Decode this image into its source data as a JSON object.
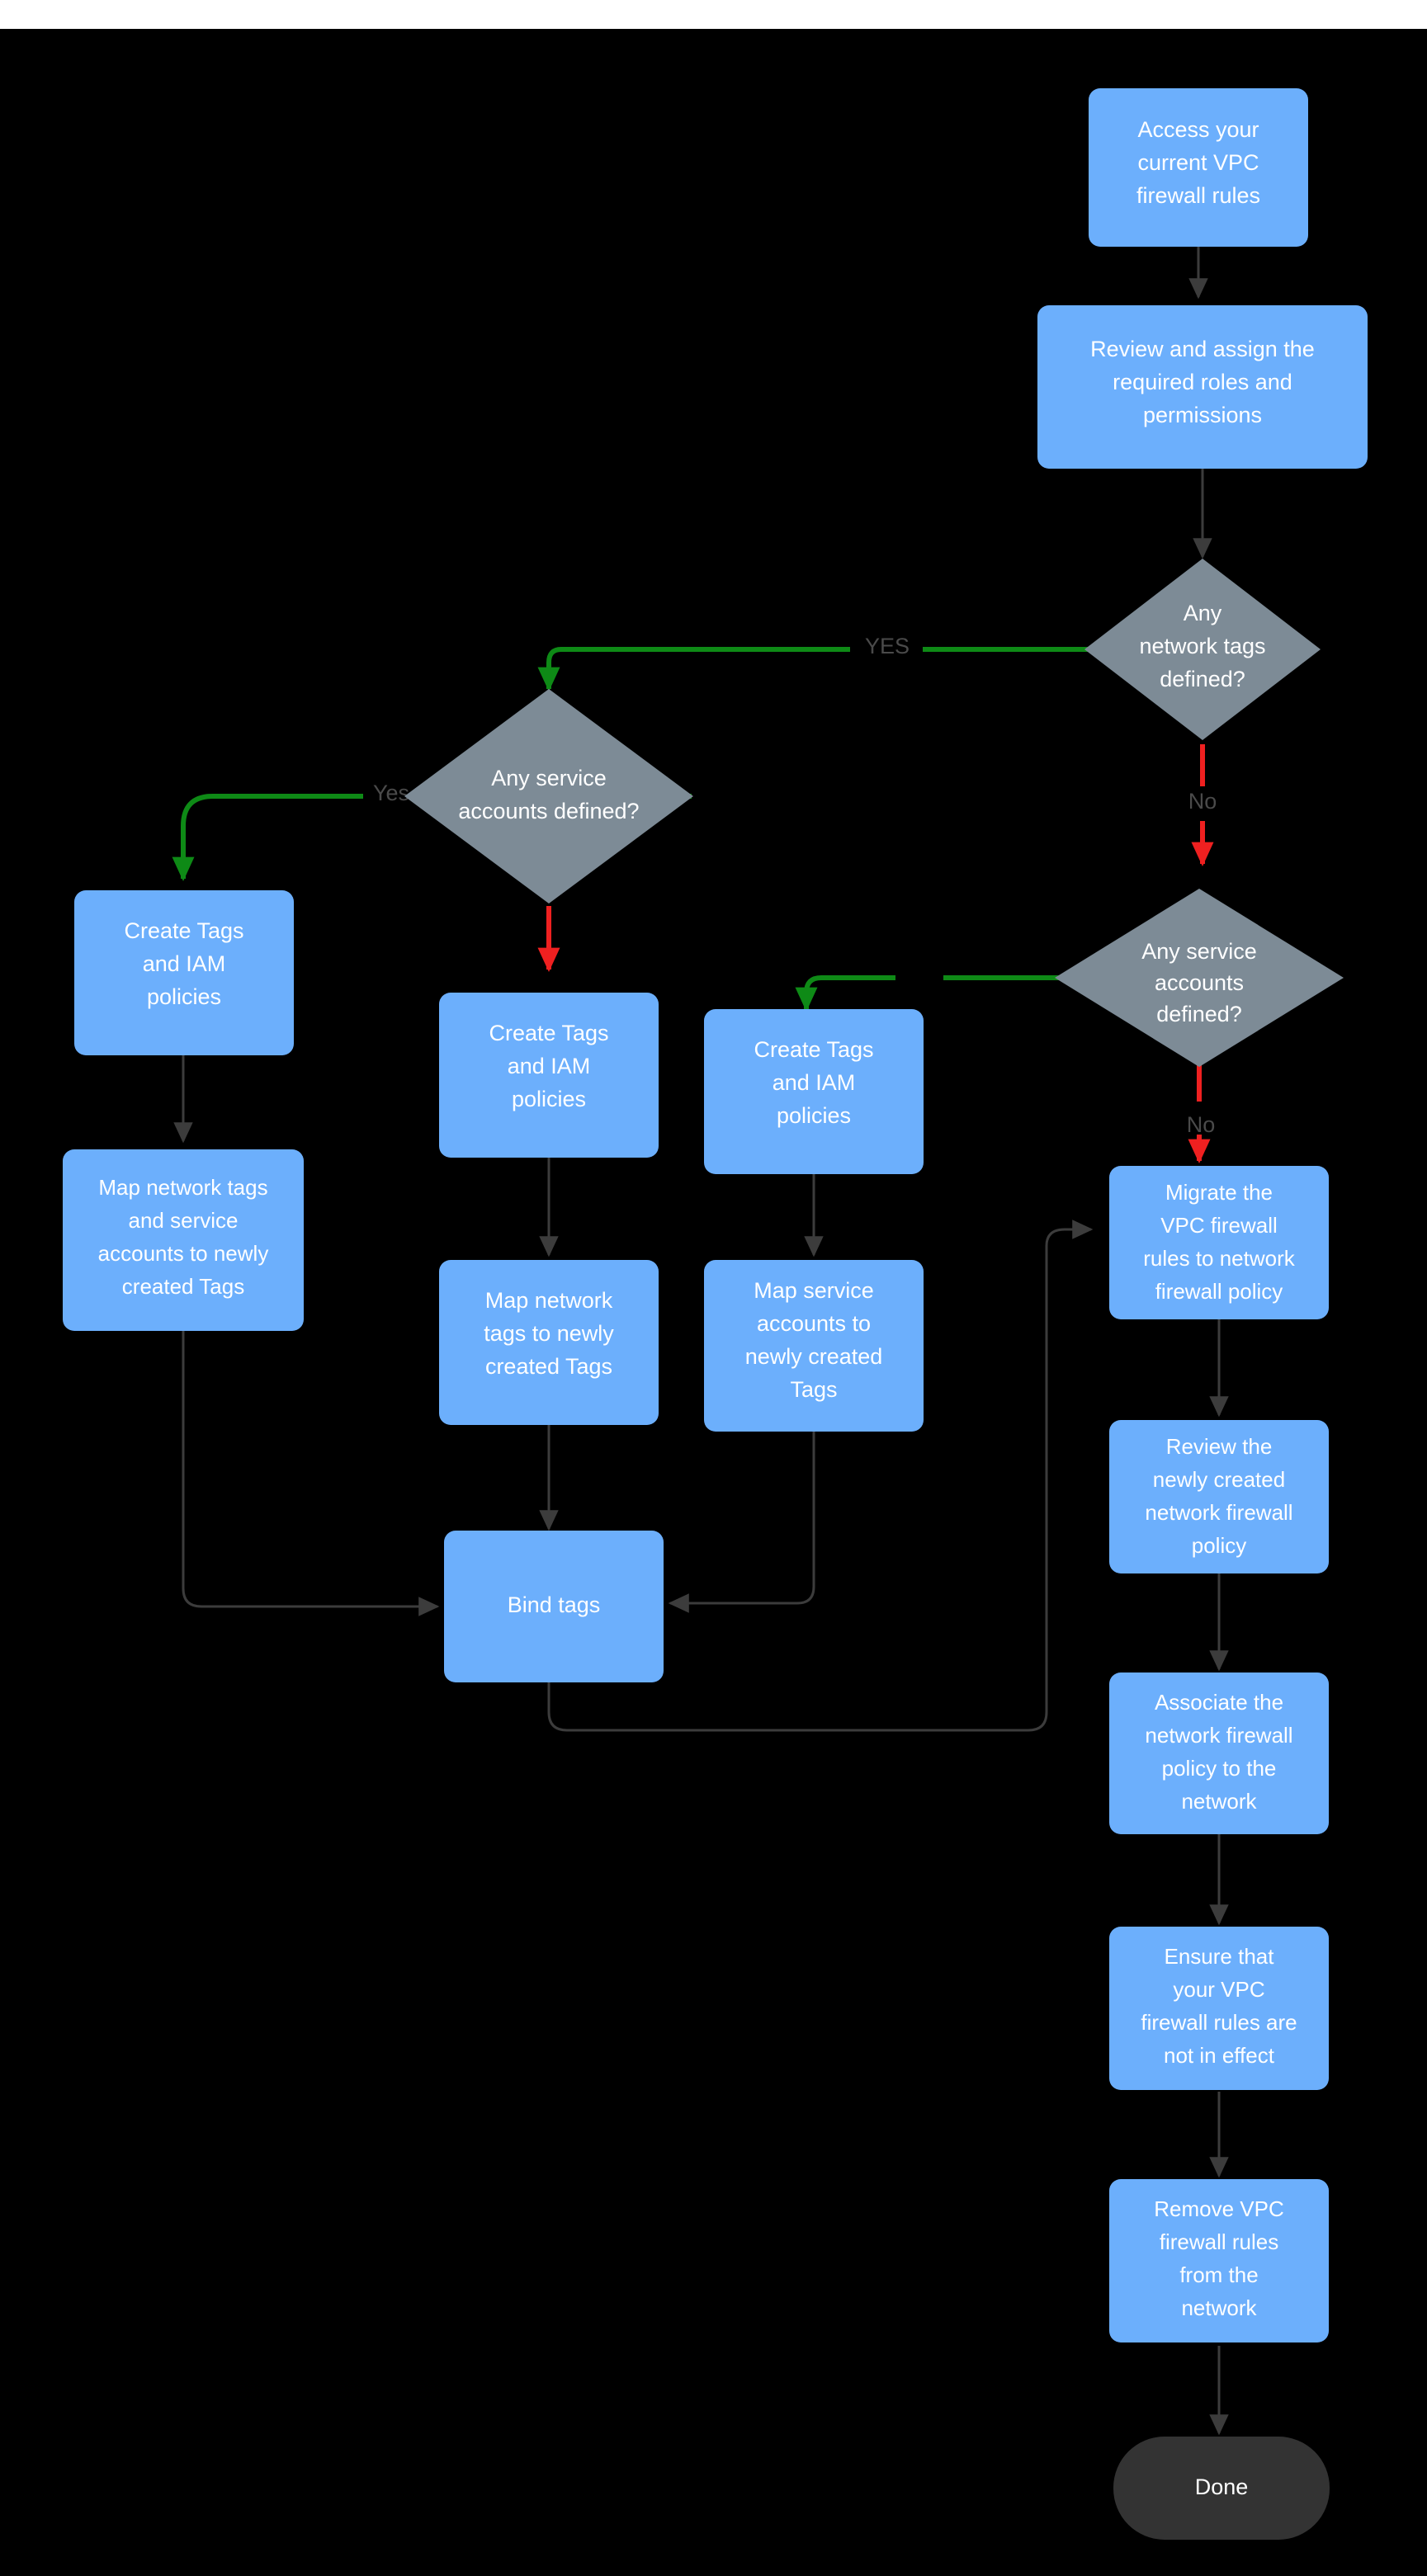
{
  "diagram": {
    "title": "VPC firewall rules to network firewall policy migration flow",
    "background_color": "#000000",
    "top_strip_color": "#ffffff",
    "colors": {
      "process_fill": "#6caffc",
      "decision_fill": "#7d8b96",
      "terminal_fill": "#333333",
      "node_text": "#ffffff",
      "edge_default": "#3c3c3c",
      "edge_yes": "#0e8a16",
      "edge_no": "#ef2020",
      "edge_label": "#4a4a4a"
    },
    "nodes": {
      "access_vpc": {
        "type": "process",
        "lines": [
          "Access your",
          "current VPC",
          "firewall rules"
        ]
      },
      "review_roles": {
        "type": "process",
        "lines": [
          "Review and assign the",
          "required roles and",
          "permissions"
        ]
      },
      "decision_network_tags": {
        "type": "decision",
        "lines": [
          "Any",
          "network tags",
          "defined?"
        ]
      },
      "decision_service_accounts_left": {
        "type": "decision",
        "lines": [
          "Any service",
          "accounts defined?"
        ]
      },
      "decision_service_accounts_right": {
        "type": "decision",
        "lines": [
          "Any service",
          "accounts",
          "defined?"
        ]
      },
      "create_tags_left": {
        "type": "process",
        "lines": [
          "Create Tags",
          "and IAM",
          "policies"
        ]
      },
      "create_tags_mid": {
        "type": "process",
        "lines": [
          "Create Tags",
          "and IAM",
          "policies"
        ]
      },
      "create_tags_right": {
        "type": "process",
        "lines": [
          "Create Tags",
          "and IAM",
          "policies"
        ]
      },
      "map_both": {
        "type": "process",
        "lines": [
          "Map network tags",
          "and service",
          "accounts to newly",
          "created Tags"
        ]
      },
      "map_network_tags": {
        "type": "process",
        "lines": [
          "Map network",
          "tags to newly",
          "created Tags"
        ]
      },
      "map_service_accounts": {
        "type": "process",
        "lines": [
          "Map service",
          "accounts  to",
          "newly created",
          "Tags"
        ]
      },
      "bind_tags": {
        "type": "process",
        "lines": [
          "Bind tags"
        ]
      },
      "migrate_rules": {
        "type": "process",
        "lines": [
          "Migrate the",
          "VPC firewall",
          "rules to network",
          "firewall policy"
        ]
      },
      "review_policy": {
        "type": "process",
        "lines": [
          "Review the",
          "newly created",
          "network firewall",
          "policy"
        ]
      },
      "associate_policy": {
        "type": "process",
        "lines": [
          "Associate the",
          "network firewall",
          "policy to the",
          "network"
        ]
      },
      "ensure_not_effect": {
        "type": "process",
        "lines": [
          "Ensure that",
          "your VPC",
          "firewall rules are",
          "not in effect"
        ]
      },
      "remove_rules": {
        "type": "process",
        "lines": [
          "Remove  VPC",
          "firewall rules",
          "from the",
          "network"
        ]
      },
      "done": {
        "type": "terminal",
        "lines": [
          "Done"
        ]
      }
    },
    "edge_labels": {
      "network_tags_yes": "YES",
      "network_tags_no": "No",
      "service_accounts_left_yes": "Yes",
      "service_accounts_right_no": "No"
    }
  }
}
